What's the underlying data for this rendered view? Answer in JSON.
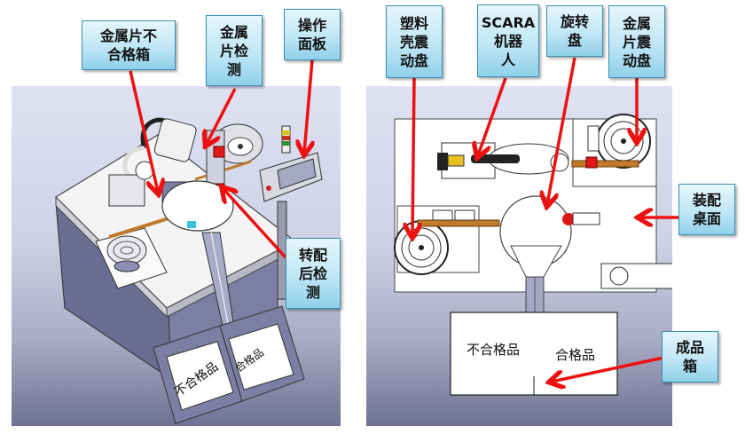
{
  "left_view": {
    "title": "isometric-3d-view",
    "callouts": [
      {
        "id": "metal-reject-bin",
        "text": "金属片不\n合格箱"
      },
      {
        "id": "metal-detection",
        "text": "金属\n片检\n测"
      },
      {
        "id": "operation-panel",
        "text": "操作\n面板"
      },
      {
        "id": "post-assembly-detection",
        "text": "转配\n后检\n测"
      }
    ],
    "bins": {
      "reject": "不合格品",
      "accept": "合格品"
    }
  },
  "right_view": {
    "title": "top-view",
    "callouts": [
      {
        "id": "plastic-shell-feeder",
        "text": "塑料\n壳震\n动盘"
      },
      {
        "id": "scara-robot",
        "text": "SCARA\n机器\n人"
      },
      {
        "id": "rotary-table",
        "text": "旋转\n盘"
      },
      {
        "id": "metal-feeder",
        "text": "金属\n片震\n动盘"
      },
      {
        "id": "assembly-table",
        "text": "装配\n桌面"
      },
      {
        "id": "product-bin",
        "text": "成品\n箱"
      }
    ],
    "bins": {
      "reject": "不合格品",
      "accept": "合格品"
    }
  },
  "colors": {
    "arrow": "#ee1111",
    "callout_border": "#3b8fb5",
    "callout_fill": "#bfe6f5"
  }
}
